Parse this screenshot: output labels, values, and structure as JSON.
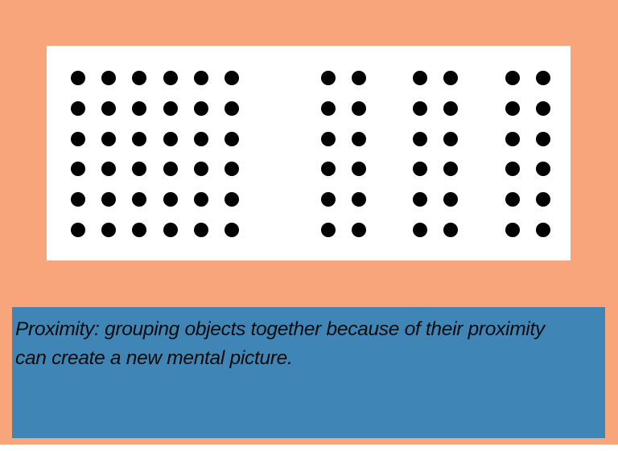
{
  "slide": {
    "background_color": "#F9A57C",
    "caption": "Proximity: grouping objects together because of their proximity can create a new mental picture.",
    "caption_color": "#3F86B7"
  },
  "figure": {
    "rows": 6,
    "left_group_columns": 6,
    "right_groups": 3,
    "right_group_columns": 2
  }
}
